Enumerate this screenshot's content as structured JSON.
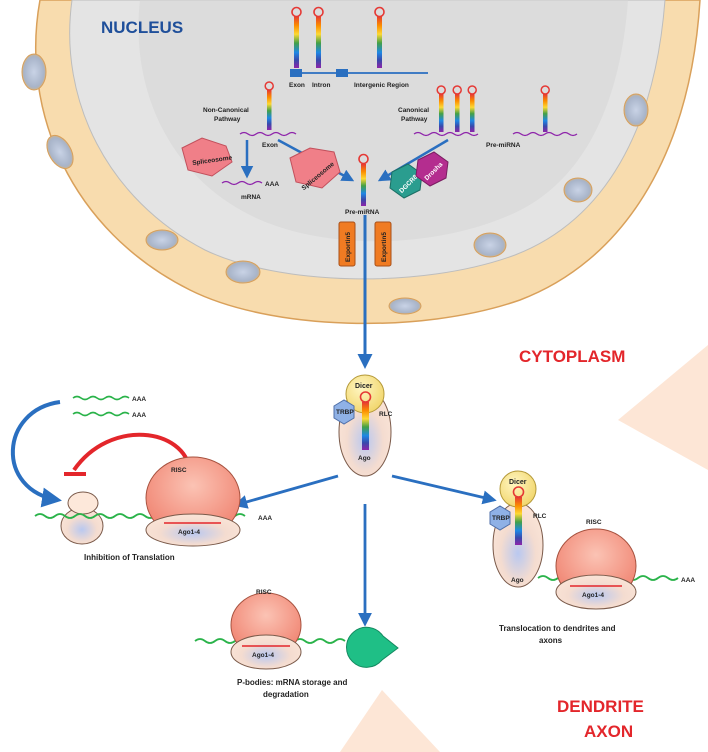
{
  "regions": {
    "nucleus": "NUCLEUS",
    "cytoplasm": "CYTOPLASM",
    "dendrite_line1": "DENDRITE",
    "dendrite_line2": "AXON"
  },
  "genome": {
    "exon": "Exon",
    "intron": "Intron",
    "intergenic": "Intergenic Region"
  },
  "pathways": {
    "noncanonical_line1": "Non-Canonical",
    "noncanonical_line2": "Pathway",
    "canonical_line1": "Canonical",
    "canonical_line2": "Pathway",
    "exon": "Exon",
    "mrna": "mRNA",
    "aaa": "AAA",
    "pre_mirna_right": "Pre-miRNA",
    "pre_mirna_center": "Pre-miRNA"
  },
  "proteins": {
    "spliceosome": "Spliceosome",
    "dgcr8": "DGCR8",
    "drosha": "Drosha",
    "exportin5": "Exportin5",
    "dicer": "Dicer",
    "trbp": "TRBP",
    "rlc": "RLC",
    "ago": "Ago",
    "risc": "RISC",
    "ago14": "Ago1-4",
    "aaa": "AAA"
  },
  "captions": {
    "inhibition": "Inhibition of Translation",
    "pbodies_line1": "P-bodies: mRNA storage and",
    "pbodies_line2": "degradation",
    "translocation_line1": "Translocation to dendrites and",
    "translocation_line2": "axons"
  },
  "colors": {
    "nucleus_fill": "#e4e4e4",
    "envelope": "#f8dcae",
    "envelope_stroke": "#d9a05a",
    "arrow_blue": "#2a6fc0",
    "inhibit_red": "#e3262b",
    "spliceosome": "#f07f88",
    "dgcr8": "#2a9d8f",
    "drosha": "#b42d8f",
    "exportin": "#f07b22",
    "dicer": "#f6e07a",
    "trbp": "#8fb1e6",
    "ago": "#fde5d2",
    "risc": "#f28a78",
    "mrna": "#2ab34a",
    "pacman": "#1fbf86",
    "title_blue": "#1f4f9a",
    "title_red": "#e3262b"
  }
}
